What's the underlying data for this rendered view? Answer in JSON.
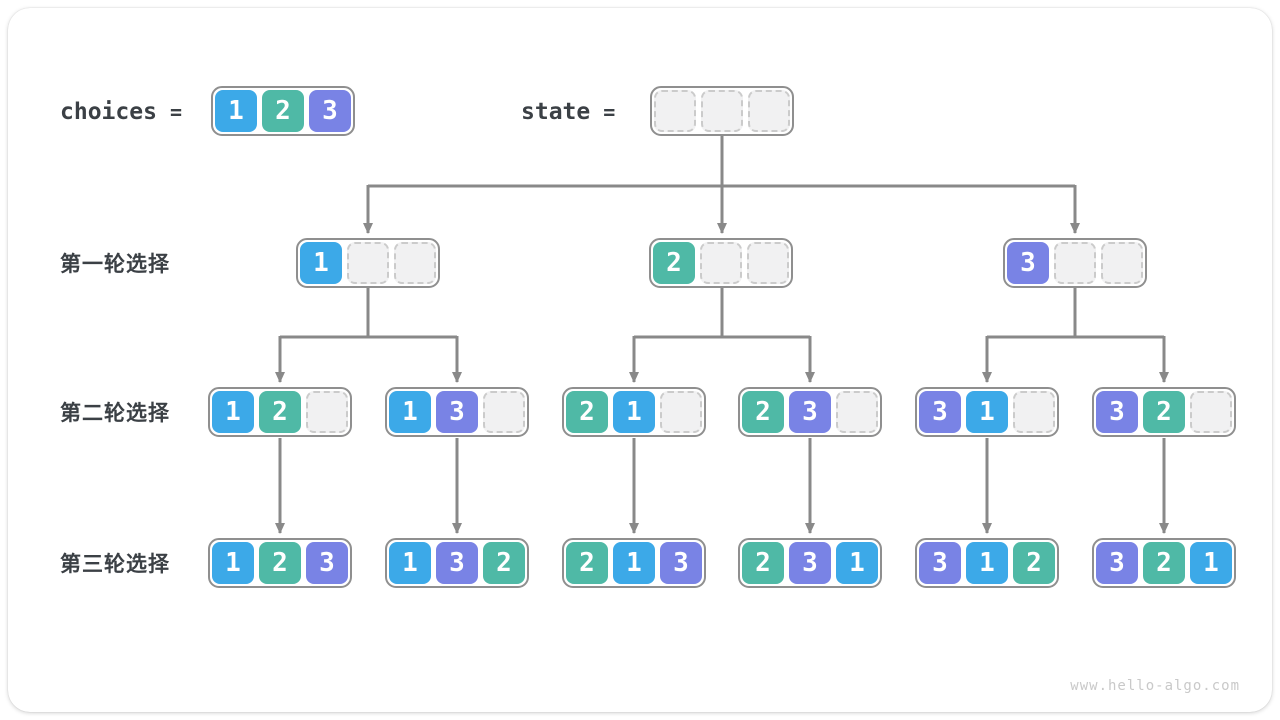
{
  "header": {
    "choices_label": "choices",
    "state_label": "state",
    "equals": "=",
    "choices_values": [
      "1",
      "2",
      "3"
    ],
    "state_values": [
      "",
      "",
      ""
    ]
  },
  "rows": [
    {
      "label": "第一轮选择",
      "nodes": [
        [
          "1",
          "",
          ""
        ],
        [
          "2",
          "",
          ""
        ],
        [
          "3",
          "",
          ""
        ]
      ]
    },
    {
      "label": "第二轮选择",
      "nodes": [
        [
          "1",
          "2",
          ""
        ],
        [
          "1",
          "3",
          ""
        ],
        [
          "2",
          "1",
          ""
        ],
        [
          "2",
          "3",
          ""
        ],
        [
          "3",
          "1",
          ""
        ],
        [
          "3",
          "2",
          ""
        ]
      ]
    },
    {
      "label": "第三轮选择",
      "nodes": [
        [
          "1",
          "2",
          "3"
        ],
        [
          "1",
          "3",
          "2"
        ],
        [
          "2",
          "1",
          "3"
        ],
        [
          "2",
          "3",
          "1"
        ],
        [
          "3",
          "1",
          "2"
        ],
        [
          "3",
          "2",
          "1"
        ]
      ]
    }
  ],
  "watermark": "www.hello-algo.com",
  "colors": {
    "1": "#3CA9E8",
    "2": "#4FB9A6",
    "3": "#7983E5",
    "arrow": "#898989",
    "node_border": "#8F8F8F",
    "empty_fill": "#F1F1F2",
    "empty_border": "#CBCBCB",
    "label_text": "#3B4045",
    "watermark_text": "#C9C9C9"
  }
}
